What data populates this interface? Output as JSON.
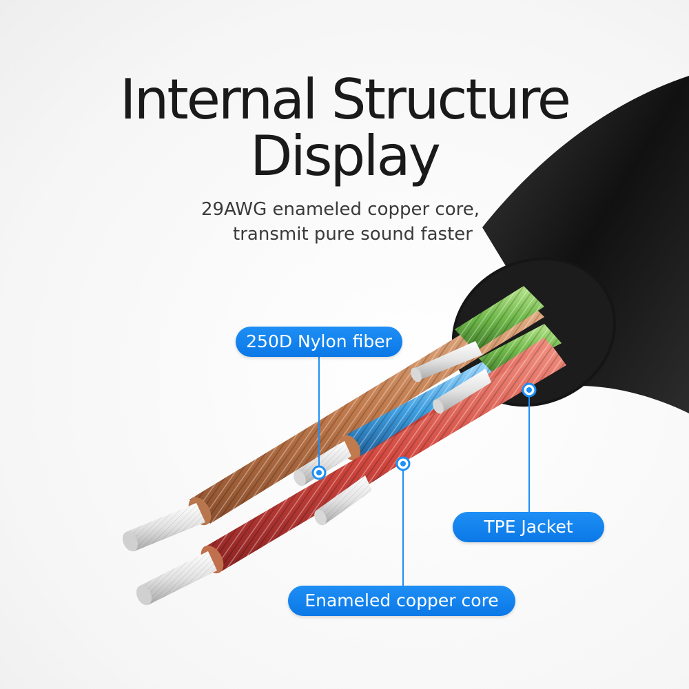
{
  "header": {
    "title_line1": "Internal Structure",
    "title_line2": "Display",
    "subtitle_line1": "29AWG enameled copper core,",
    "subtitle_line2": "transmit pure sound faster"
  },
  "callouts": {
    "nylon_fiber": "250D Nylon fiber",
    "tpe_jacket": "TPE Jacket",
    "enameled_copper_core": "Enameled copper core"
  },
  "colors": {
    "accent_blue": "#0b78e6",
    "jacket_black": "#1c1c1c",
    "copper": "#c98a5c",
    "green_wire": "#6fb84a",
    "blue_wire": "#3f9fe0",
    "red_wire": "#d2483f",
    "nylon_white": "#e8e8e8"
  }
}
